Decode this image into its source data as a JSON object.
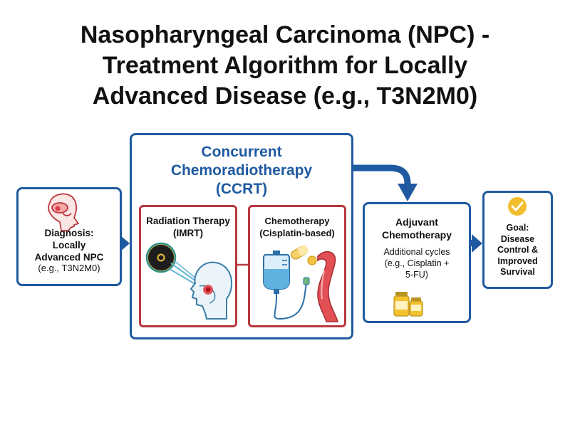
{
  "title": {
    "line1": "Nasopharyngeal Carcinoma (NPC) -",
    "line2": "Treatment Algorithm for Locally",
    "line3": "Advanced Disease (e.g., T3N2M0)"
  },
  "diagnosis": {
    "title_lines": [
      "Diagnosis:",
      "Locally",
      "Advanced NPC"
    ],
    "subtitle": "(e.g., T3N2M0)",
    "icon": "nasopharynx-head-icon"
  },
  "ccrt": {
    "title_lines": [
      "Concurrent",
      "Chemoradiotherapy",
      "(CCRT)"
    ],
    "radiation": {
      "title_lines": [
        "Radiation Therapy",
        "(IMRT)"
      ],
      "icons": [
        "radiation-symbol-icon",
        "head-profile-beam-icon"
      ]
    },
    "chemotherapy": {
      "title_lines": [
        "Chemotherapy",
        "(Cisplatin-based)"
      ],
      "icons": [
        "iv-bag-icon",
        "pills-icon",
        "blood-vessel-icon"
      ]
    }
  },
  "adjuvant": {
    "title_lines": [
      "Adjuvant",
      "Chemotherapy"
    ],
    "subtitle_lines": [
      "Additional cycles",
      "(e.g., Cisplatin +",
      "5-FU)"
    ],
    "icon": "medicine-vials-icon"
  },
  "goal": {
    "title_lines": [
      "Goal:",
      "Disease",
      "Control &",
      "Improved",
      "Survival"
    ],
    "icon": "checkmark-circle-icon"
  },
  "colors": {
    "primary_blue": "#1f5aa0",
    "accent_red": "#b8383c",
    "gold": "#f2bd2c"
  }
}
